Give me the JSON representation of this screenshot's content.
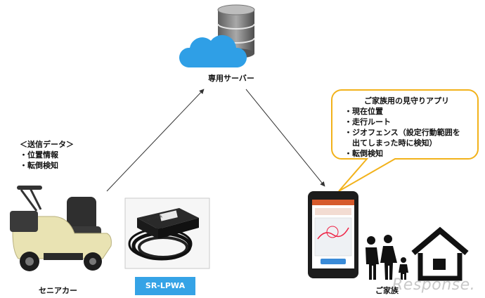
{
  "server": {
    "label": "専用サーバー"
  },
  "send_data": {
    "title": "＜送信データ＞",
    "items": [
      "・位置情報",
      "・転倒検知"
    ]
  },
  "family_app": {
    "title": "ご家族用の見守りアプリ",
    "items": [
      "・現在位置",
      "・走行ルート",
      "・ジオフェンス（設定行動範囲を",
      "　出てしまった時に検知）",
      "・転倒検知"
    ]
  },
  "device": {
    "label": "SR-LPWA",
    "case_text": "SR-LPWA"
  },
  "senior_car": {
    "label": "セニアカー"
  },
  "family": {
    "label": "ご家族"
  },
  "watermark": {
    "text": "Response."
  },
  "colors": {
    "bubble_border": "#f2b21b",
    "cloud": "#2f9fe6",
    "label_box": "#35a3e6"
  }
}
